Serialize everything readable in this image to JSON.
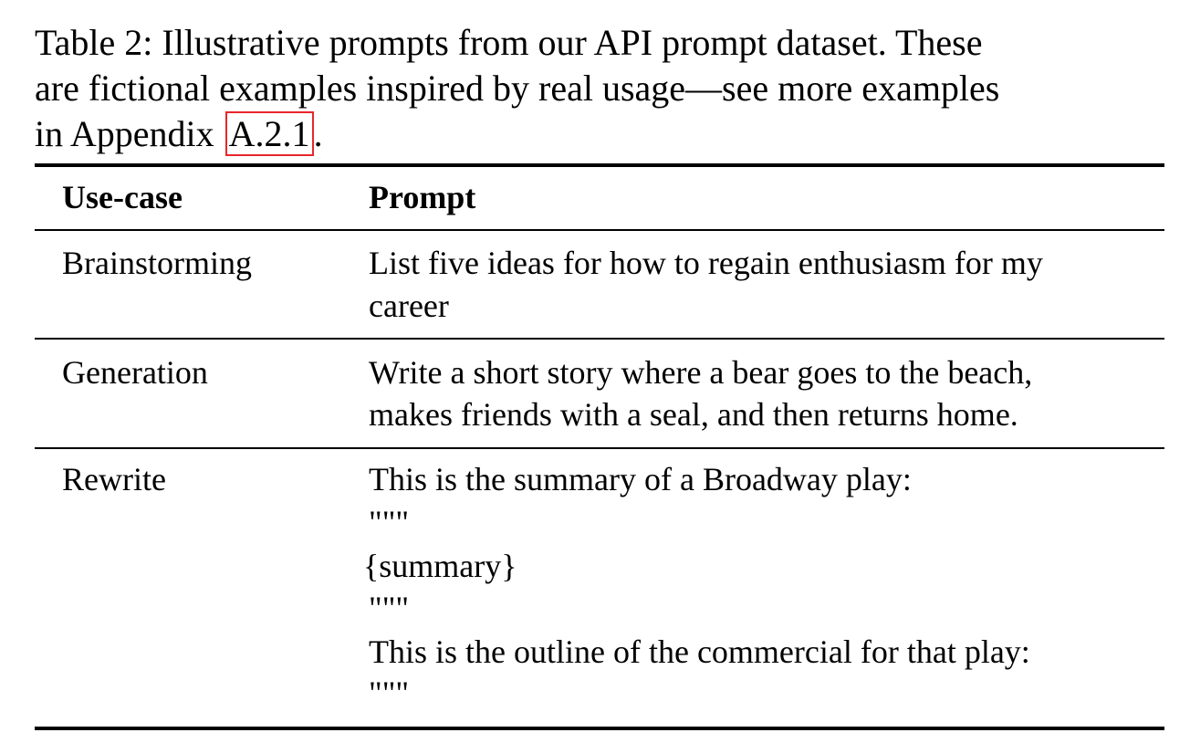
{
  "caption": {
    "line1": "Table 2: Illustrative prompts from our API prompt dataset. These",
    "line2": "are fictional examples inspired by real usage—see more examples",
    "line3_prefix": "in Appendix ",
    "line3_ref": "A.2.1",
    "line3_suffix": "."
  },
  "table": {
    "headers": [
      "Use-case",
      "Prompt"
    ],
    "rows": [
      {
        "use_case": "Brainstorming",
        "prompt": [
          "List five ideas for how to regain enthusiasm for my",
          "career"
        ]
      },
      {
        "use_case": "Generation",
        "prompt": [
          "Write a short story where a bear goes to the beach,",
          "makes friends with a seal, and then returns home."
        ]
      },
      {
        "use_case": "Rewrite",
        "prompt": [
          "This is the summary of a Broadway play:",
          "\"\"\"",
          "{summary}",
          "\"\"\"",
          "This is the outline of the commercial for that play:",
          "\"\"\""
        ]
      }
    ]
  }
}
